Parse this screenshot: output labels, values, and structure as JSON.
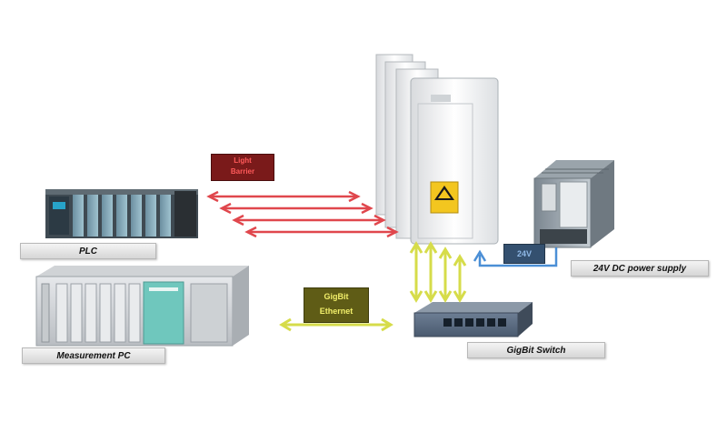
{
  "labels": {
    "plc": "PLC",
    "measurement_pc": "Measurement PC",
    "gigbit_switch": "GigBit Switch",
    "power_supply": "24V DC power supply",
    "gigbit_ethernet_line1": "GigBit",
    "gigbit_ethernet_line2": "Ethernet",
    "voltage": "24V",
    "light_barrier_line1": "Light",
    "light_barrier_line2": "Barrier"
  },
  "colors": {
    "light_barrier_arrow": "#e0474d",
    "ethernet_arrow": "#d6dc4a",
    "power_arrow": "#4b8fd6",
    "tag_dark_red": "#7a1a1a",
    "tag_olive": "#5f5c16",
    "tag_navy": "#34506f"
  }
}
